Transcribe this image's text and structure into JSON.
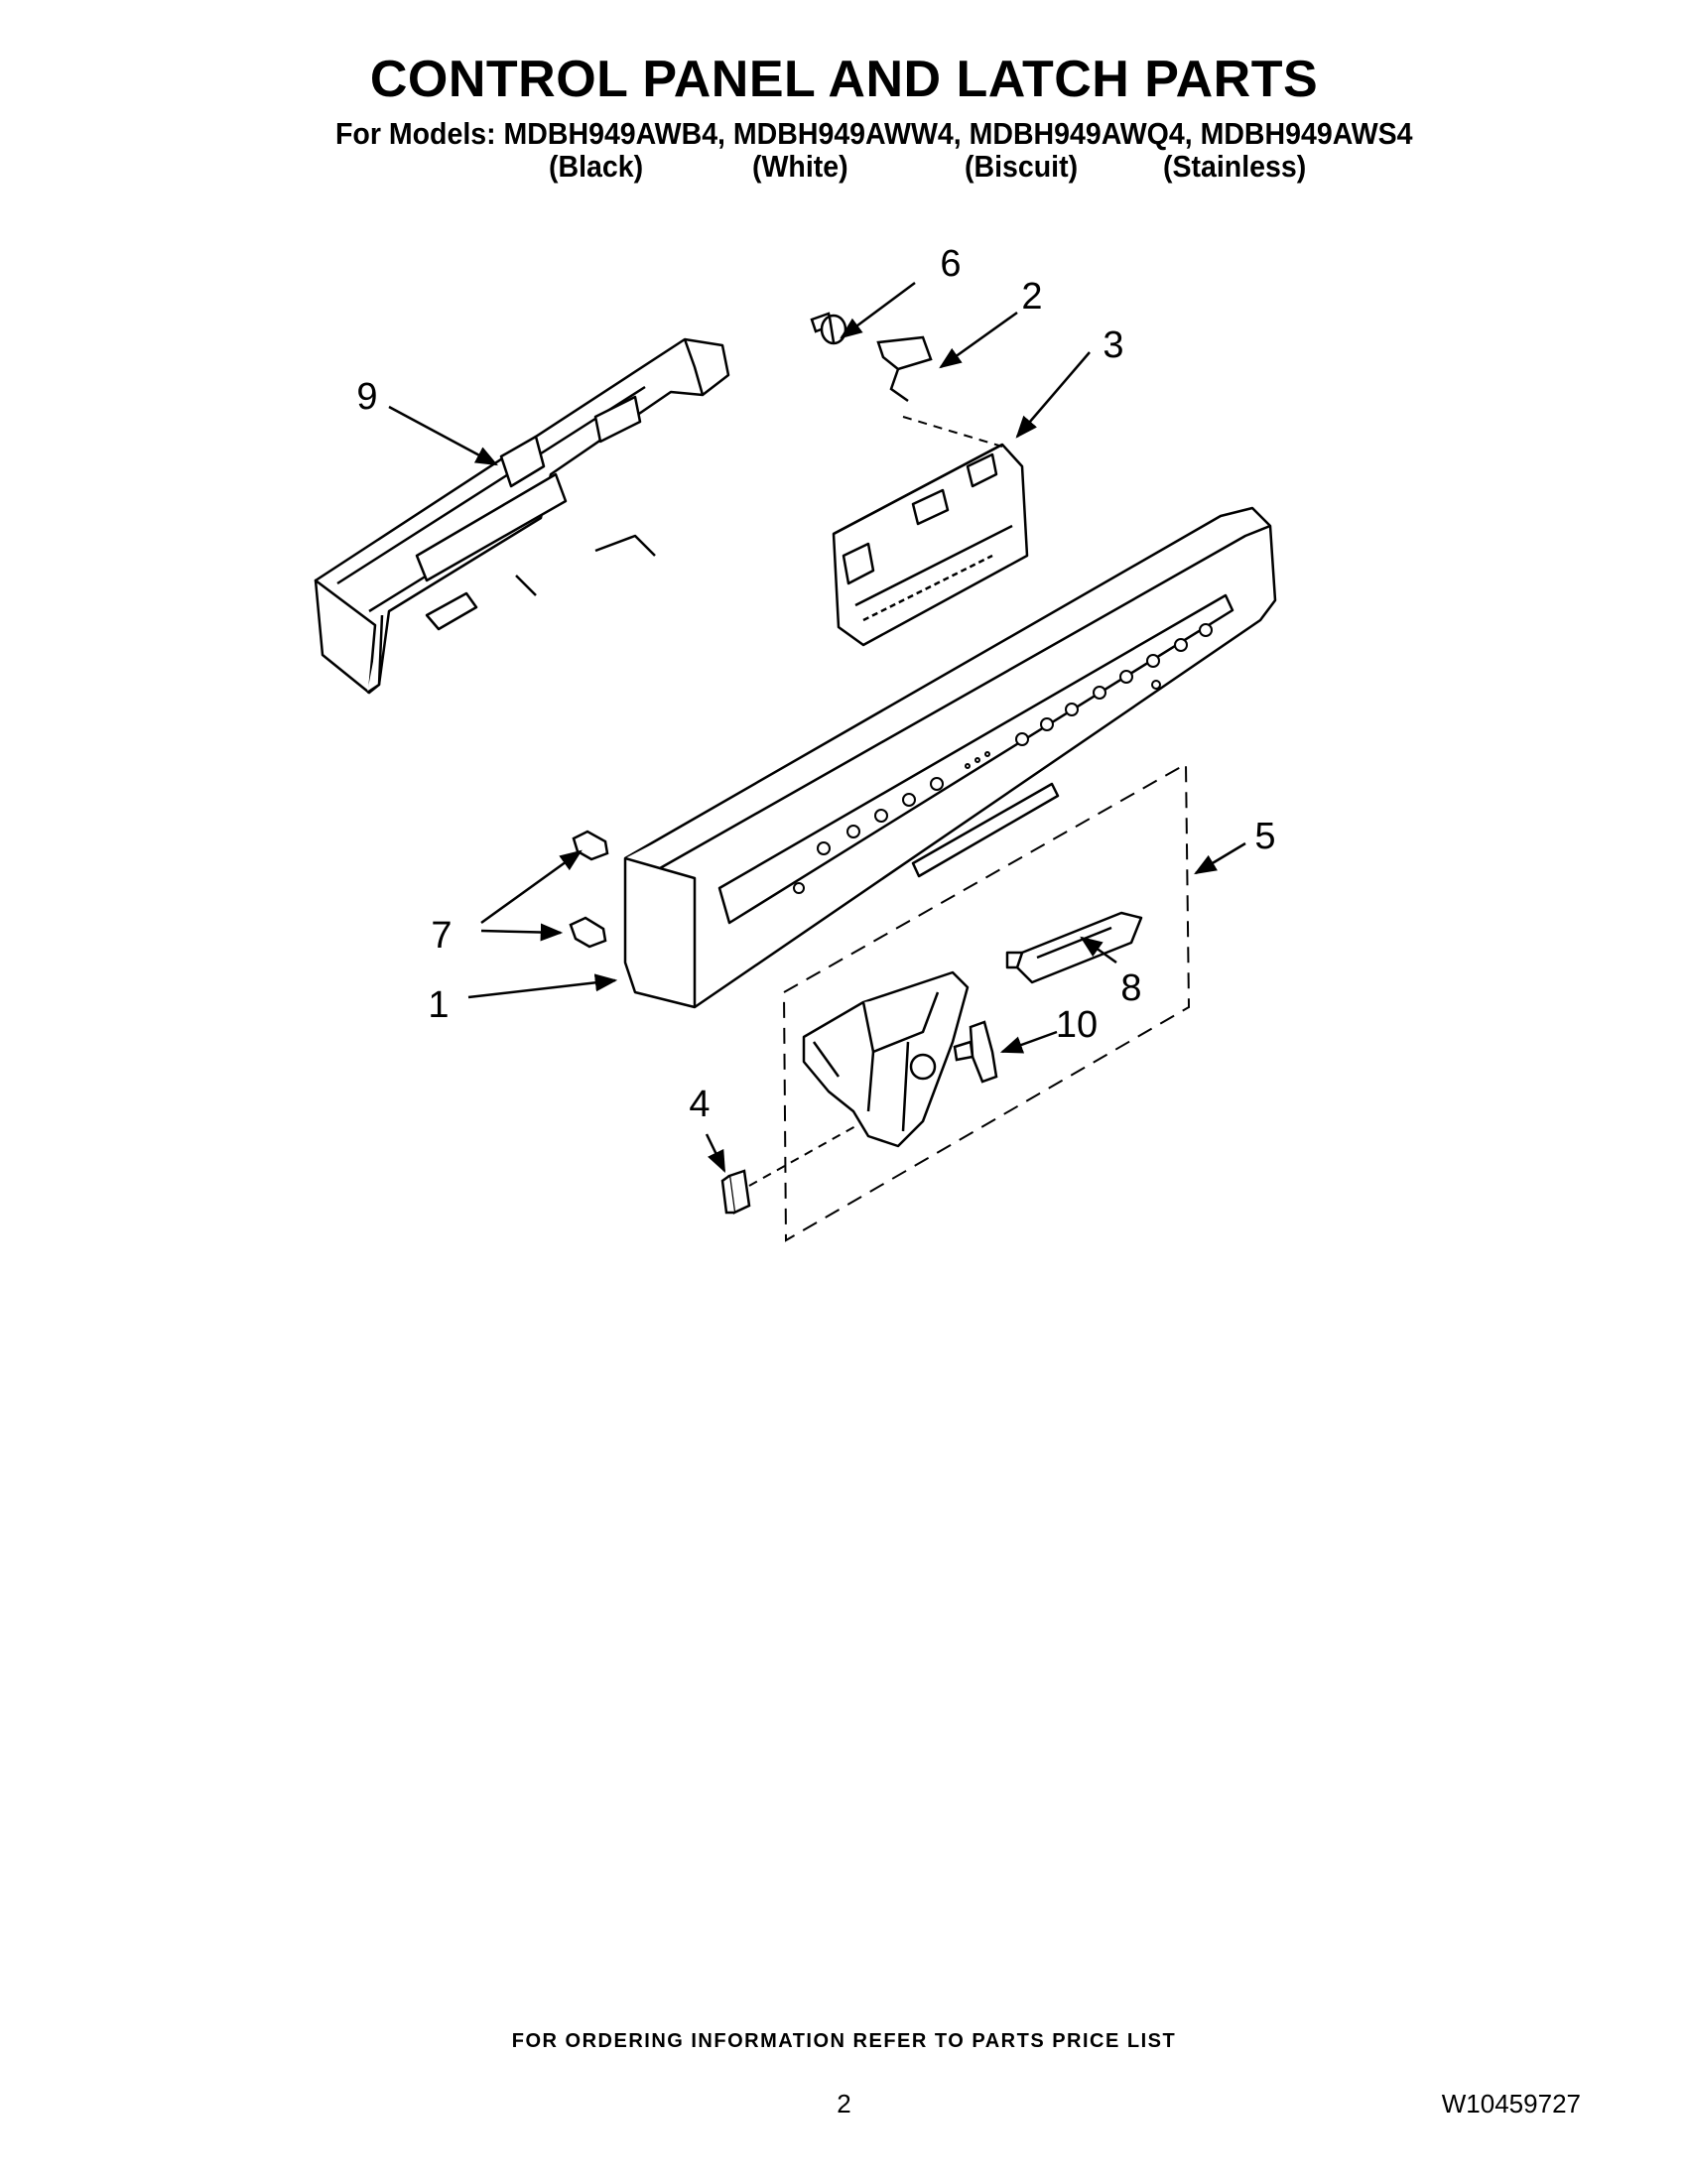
{
  "title": "CONTROL PANEL AND LATCH PARTS",
  "models_line": "For Models: MDBH949AWB4, MDBH949AWW4, MDBH949AWQ4, MDBH949AWS4",
  "colors": [
    "(Black)",
    "(White)",
    "(Biscuit)",
    "(Stainless)"
  ],
  "callouts": {
    "c1": "1",
    "c2": "2",
    "c3": "3",
    "c4": "4",
    "c5": "5",
    "c6": "6",
    "c7": "7",
    "c8": "8",
    "c9": "9",
    "c10": "10"
  },
  "footer": "FOR ORDERING INFORMATION REFER TO PARTS PRICE LIST",
  "page_number": "2",
  "document_number": "W10459727"
}
